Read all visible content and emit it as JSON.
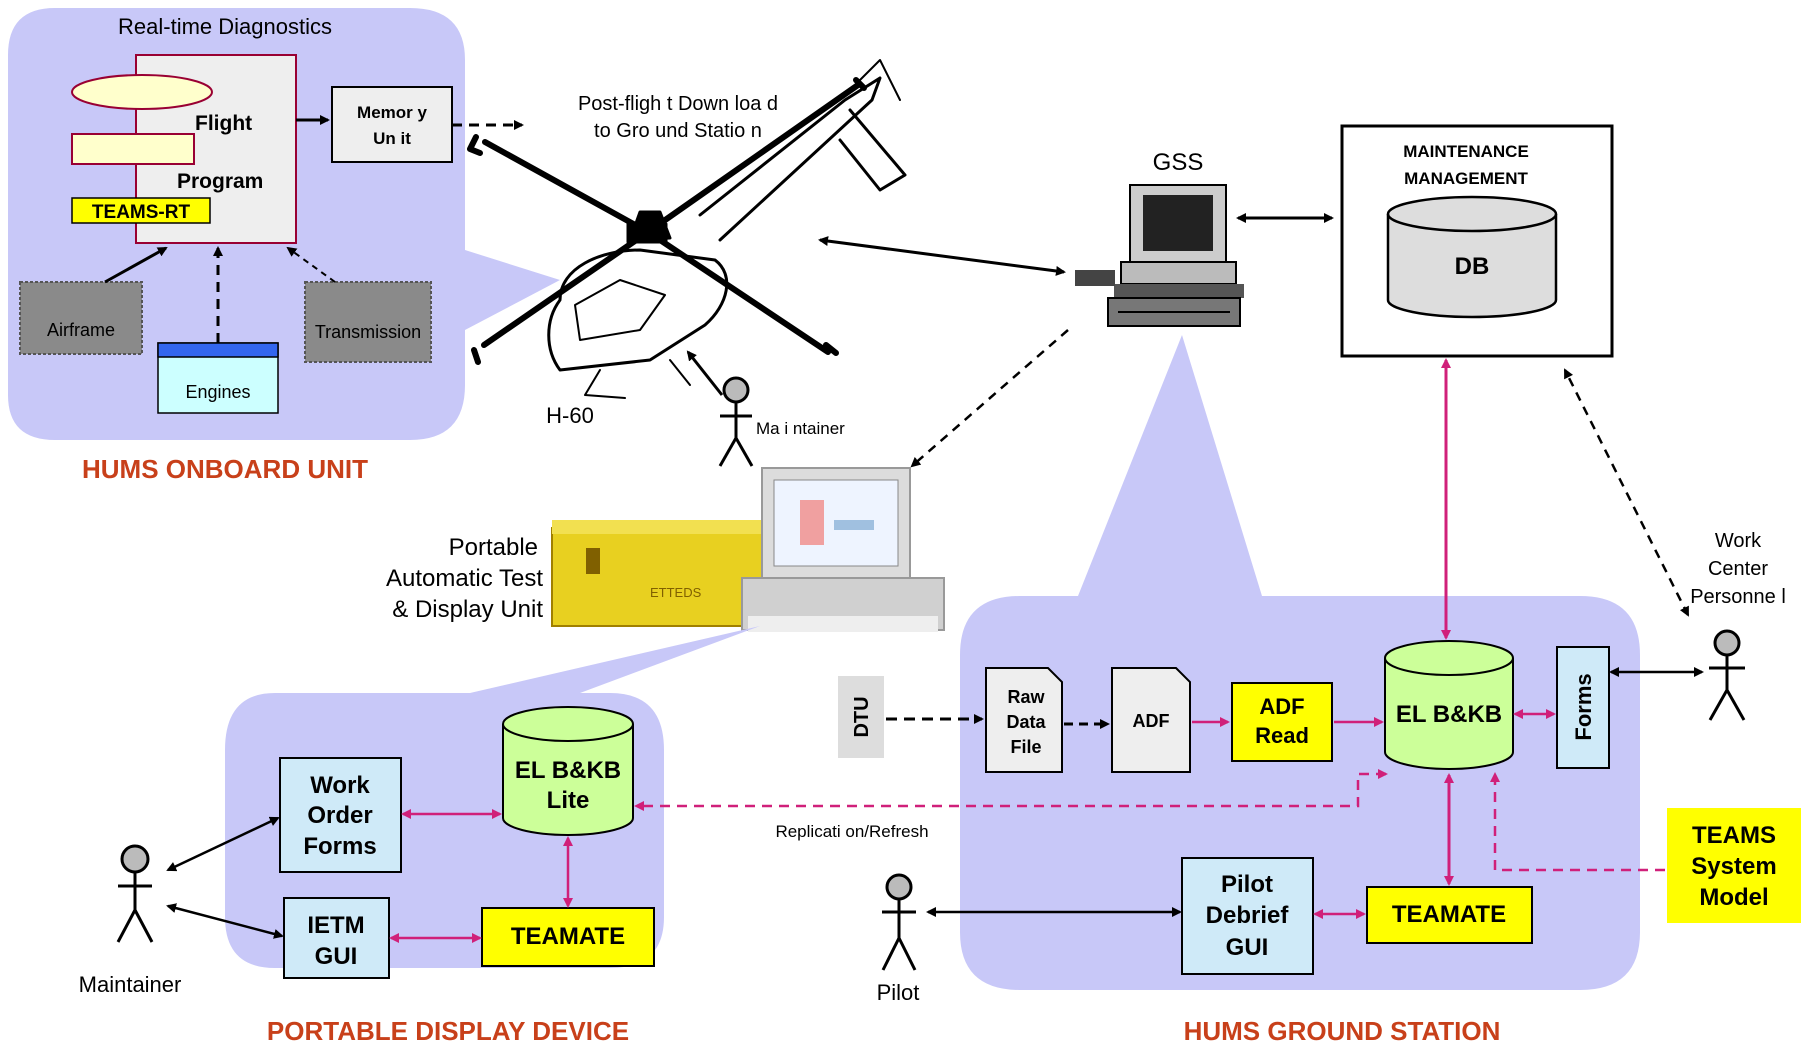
{
  "onboard": {
    "title": "Real-time Diagnostics",
    "flight": "Flight",
    "program": "Program",
    "teams_rt": "TEAMS-RT",
    "memory_l1": "Memor y",
    "memory_l2": "Un it",
    "airframe": "Airframe",
    "engines": "Engines",
    "transmission": "Transmission",
    "section_label": "HUMS ONBOARD UNIT"
  },
  "aircraft": {
    "download_l1": "Post-fligh t Down loa d",
    "download_l2": "to Gro und Statio n",
    "h60": "H-60",
    "maintainer": "Ma i ntainer"
  },
  "gss": {
    "label": "GSS"
  },
  "maintenance": {
    "title_l1": "MAINTENANCE",
    "title_l2": "MANAGEMENT",
    "db": "DB"
  },
  "work_center": {
    "l1": "Work",
    "l2": "Center",
    "l3": "Personne l"
  },
  "patdu": {
    "l1": "Portable",
    "l2": "Automatic Test",
    "l3": "& Display Unit",
    "case_text": "ETTEDS"
  },
  "portable": {
    "work_order_l1": "Work",
    "work_order_l2": "Order",
    "work_order_l3": "Forms",
    "elbkb_l1": "EL B&KB",
    "elbkb_l2": "Lite",
    "ietm_l1": "IETM",
    "ietm_l2": "GUI",
    "teamate": "TEAMATE",
    "maintainer": "Maintainer",
    "section_label": "PORTABLE DISPLAY DEVICE"
  },
  "ground": {
    "dtu": "DTU",
    "raw_l1": "Raw",
    "raw_l2": "Data",
    "raw_l3": "File",
    "adf": "ADF",
    "adf_read_l1": "ADF",
    "adf_read_l2": "Read",
    "elbkb": "EL B&KB",
    "forms": "Forms",
    "replication": "Replicati on/Refresh",
    "pilot_debrief_l1": "Pilot",
    "pilot_debrief_l2": "Debrief",
    "pilot_debrief_l3": "GUI",
    "teamate": "TEAMATE",
    "pilot": "Pilot",
    "section_label": "HUMS GROUND STATION"
  },
  "teams_model": {
    "l1": "TEAMS",
    "l2": "System",
    "l3": "Model"
  },
  "colors": {
    "bubble": "#c8c8f8",
    "accent_red": "#c8401a",
    "magenta": "#d0207a",
    "yellow": "#ffff00",
    "light_blue": "#cfeaf8",
    "light_green": "#ccff99",
    "cyan_box": "#ccffff",
    "engines_bar": "#3366ee"
  }
}
